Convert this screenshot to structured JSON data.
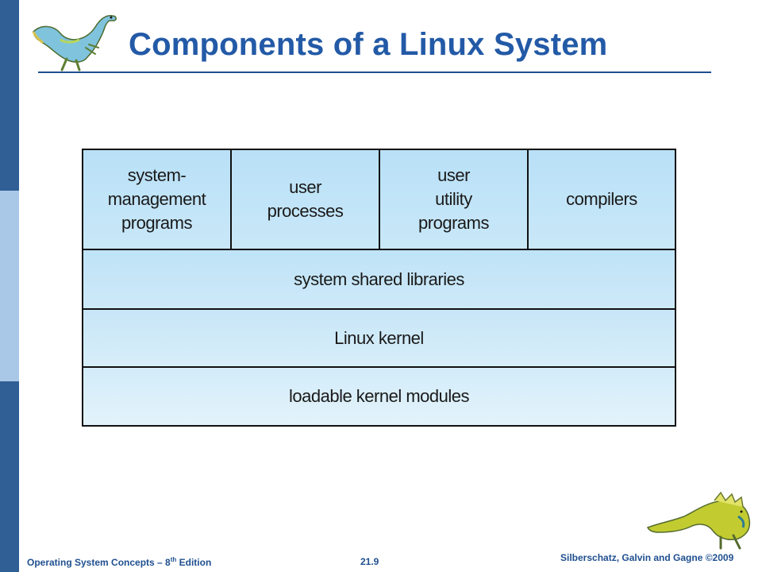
{
  "slide": {
    "title": "Components of a Linux System"
  },
  "diagram": {
    "top_row": [
      "system-\nmanagement\nprograms",
      "user\nprocesses",
      "user\nutility\nprograms",
      "compilers"
    ],
    "layers": [
      "system shared libraries",
      "Linux kernel",
      "loadable kernel modules"
    ]
  },
  "footer": {
    "book_title": "Operating System Concepts – 8",
    "edition_superscript": "th",
    "edition_suffix": " Edition",
    "page_number": "21.9",
    "copyright": "Silberschatz, Galvin and Gagne ©2009"
  },
  "icons": {
    "top_logo": "dinosaur-icon",
    "bottom_logo": "dinosaur-icon"
  },
  "colors": {
    "title": "#235aa7",
    "sidebar_dark": "#2f5f95",
    "sidebar_light": "#a9c8e8",
    "diagram_fill": "#c3e4f6"
  }
}
